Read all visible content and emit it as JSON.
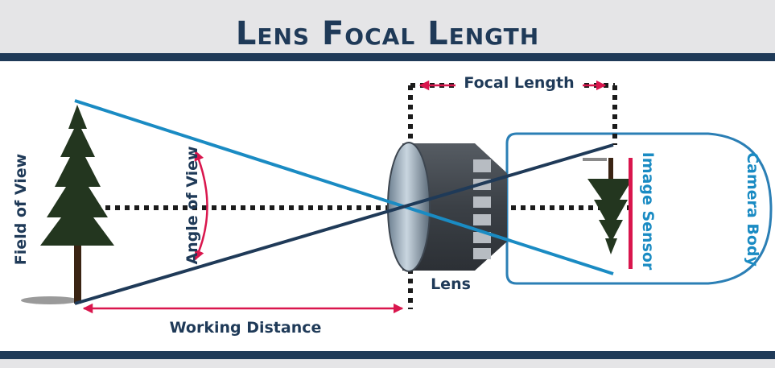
{
  "title": "Lens Focal Length",
  "labels": {
    "focal_length": "Focal Length",
    "angle_of_view": "Angle of View",
    "field_of_view": "Field of View",
    "lens": "Lens",
    "image_sensor": "Image Sensor",
    "camera_body": "Camera Body",
    "working_distance": "Working Distance"
  },
  "colors": {
    "navy": "#1f3a58",
    "blue": "#1a8bc3",
    "red": "#d9164d",
    "tree": "#23361f",
    "header_bg": "#e5e5e7"
  }
}
